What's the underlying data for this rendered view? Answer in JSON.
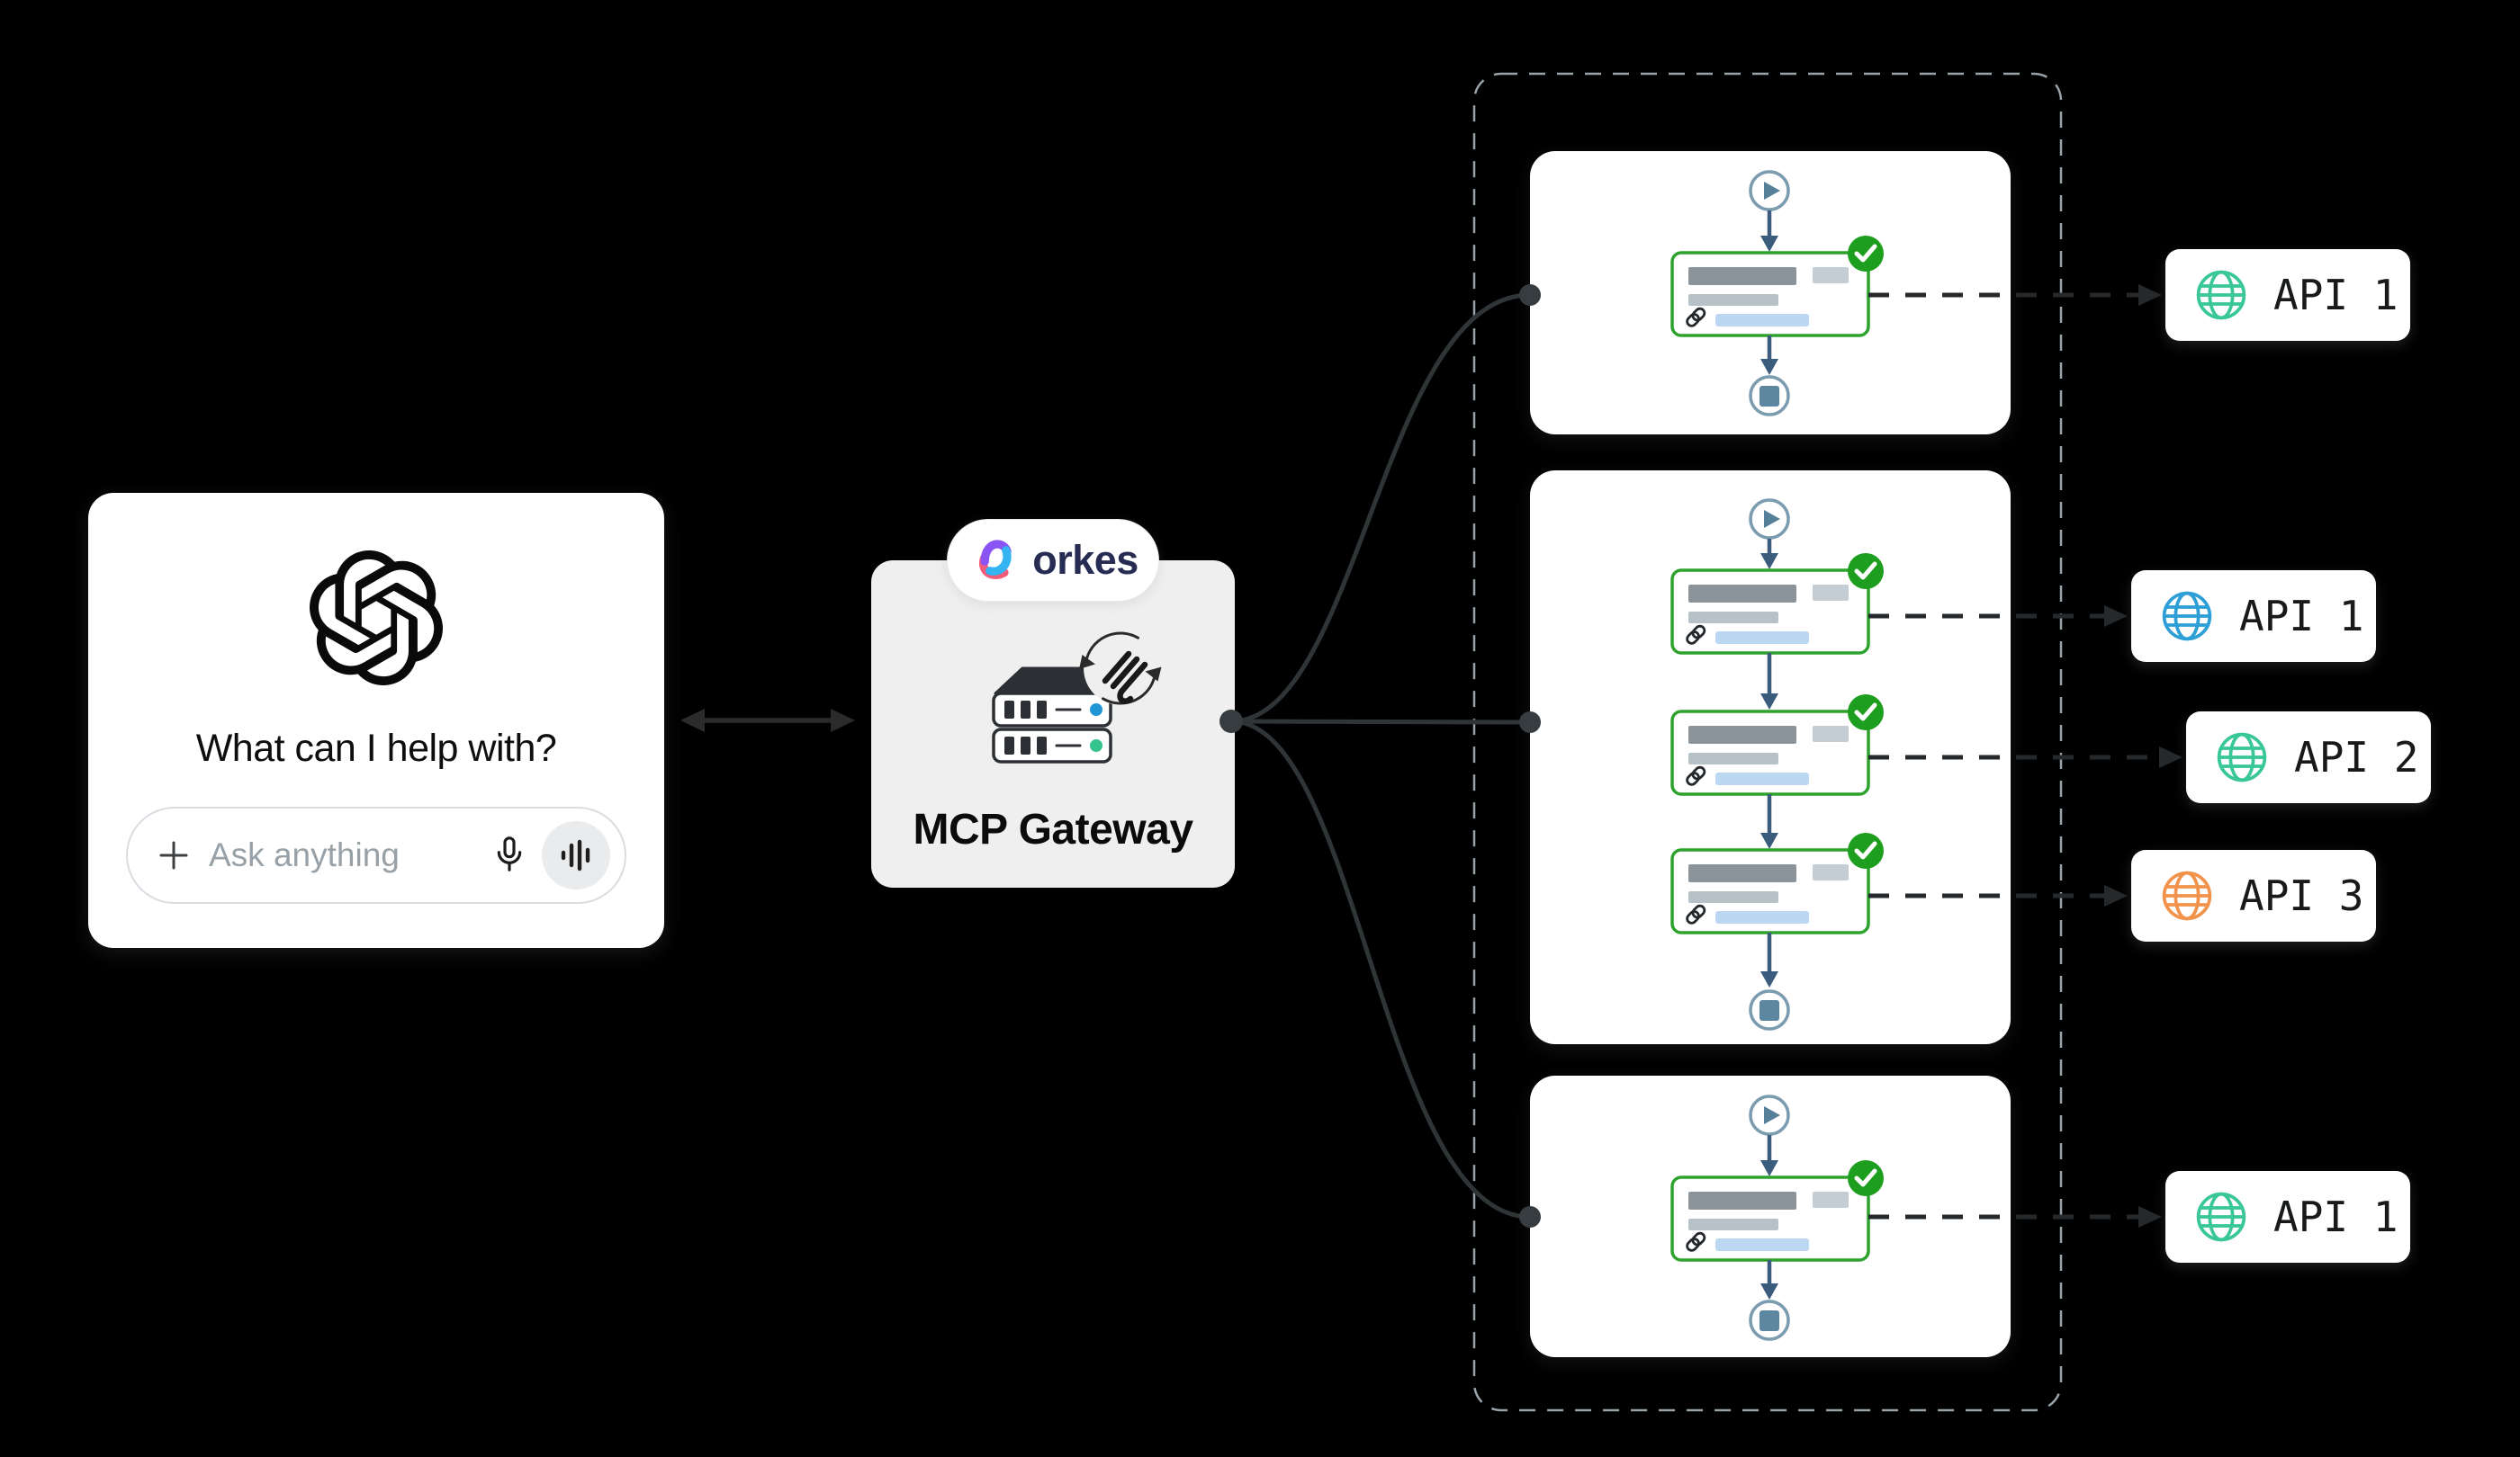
{
  "scene": {
    "background": "#000000",
    "description": "ChatGPT connects through Orkes MCP Gateway to workflow panels calling external APIs"
  },
  "chat_card": {
    "heading": "What can I help with?",
    "input": {
      "placeholder": "Ask anything"
    }
  },
  "gateway": {
    "badge_label": "orkes",
    "label": "MCP Gateway"
  },
  "workflow_panels": [
    {
      "tasks": 1,
      "status": "completed"
    },
    {
      "tasks": 3,
      "status": "completed"
    },
    {
      "tasks": 1,
      "status": "completed"
    }
  ],
  "api_cards": [
    {
      "label": "API 1",
      "globe_color": "#38c795"
    },
    {
      "label": "API 1",
      "globe_color": "#2d9fd6"
    },
    {
      "label": "API 2",
      "globe_color": "#38c795"
    },
    {
      "label": "API 3",
      "globe_color": "#f2934c"
    },
    {
      "label": "API 1",
      "globe_color": "#38c795"
    }
  ],
  "icons": {
    "chatgpt_logo": "openai-knot",
    "orkes_logo": "orkes-triangle",
    "plus_icon": "+",
    "mic_icon": "microphone",
    "voice_icon": "waveform-bars",
    "server_icon": "server-stack",
    "sync_icon": "circular-arrows",
    "mcp_icon": "mcp-glyph",
    "play_icon": "play-circle",
    "stop_icon": "stop-circle",
    "check_icon": "checkmark-badge",
    "link_icon": "chain-link",
    "globe_icon": "globe"
  },
  "colors": {
    "task_border": "#2da32d",
    "check_badge": "#1e9e1e",
    "flow_arrow": "#3c5c7e",
    "node_stroke": "#7b9cb0",
    "node_fill": "#5d87a0",
    "connector": "#2f3436",
    "dashed_link": "#26292b",
    "dashed_container": "#98a4aa",
    "server_dot_top": "#2196d6",
    "server_dot_bottom": "#35c48d",
    "bar_dark": "#8b939b",
    "bar_light": "#b6c1c8",
    "bar_blue": "#bcd7f2"
  }
}
